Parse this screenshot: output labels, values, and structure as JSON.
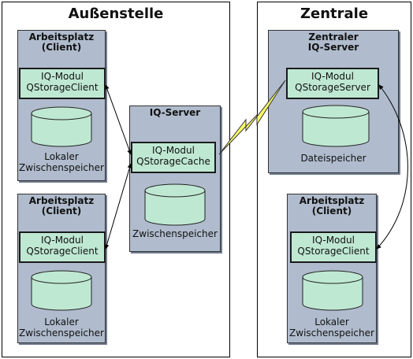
{
  "sites": {
    "aussen": {
      "title": "Außenstelle"
    },
    "zentrale": {
      "title": "Zentrale"
    }
  },
  "nodes": {
    "client1": {
      "title": "Arbeitsplatz\n(Client)",
      "module": "IQ-Modul\nQStorageClient",
      "storage": "Lokaler\nZwischenspeicher"
    },
    "client2": {
      "title": "Arbeitsplatz\n(Client)",
      "module": "IQ-Modul\nQStorageClient",
      "storage": "Lokaler\nZwischenspeicher"
    },
    "iqserver": {
      "title": "IQ-Server",
      "module": "IQ-Modul\nQStorageCache",
      "storage": "Zwischenspeicher"
    },
    "central": {
      "title": "Zentraler\nIQ-Server",
      "module": "IQ-Modul\nQStorageServer",
      "storage": "Dateispeicher"
    },
    "client3": {
      "title": "Arbeitsplatz\n(Client)",
      "module": "IQ-Modul\nQStorageClient",
      "storage": "Lokaler\nZwischenspeicher"
    }
  },
  "colors": {
    "node_fill": "#b0bccd",
    "module_fill": "#bfe8d3",
    "cylinder_fill": "#bfe8d3",
    "lightning_fill": "#ffff66"
  }
}
